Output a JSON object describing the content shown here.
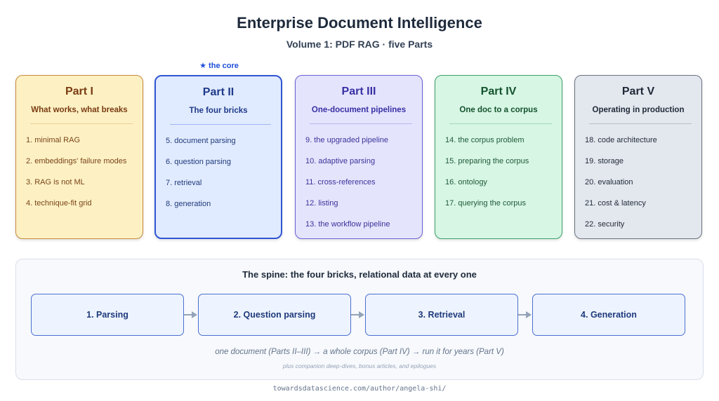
{
  "title": "Enterprise Document Intelligence",
  "subtitle": "Volume 1: PDF RAG · five Parts",
  "core_tag": "★ the core",
  "parts": [
    {
      "name": "Part I",
      "subtitle": "What works, what breaks",
      "items": [
        "1. minimal RAG",
        "2. embeddings' failure modes",
        "3. RAG is not ML",
        "4. technique-fit grid"
      ],
      "colors": {
        "fill": "#fdf1c4",
        "border": "#c8893a",
        "title": "#7a3b12",
        "text": "#7a4418"
      }
    },
    {
      "name": "Part II",
      "subtitle": "The four bricks",
      "items": [
        "5. document parsing",
        "6. question parsing",
        "7. retrieval",
        "8. generation"
      ],
      "colors": {
        "fill": "#e1ebff",
        "border": "#2f56d3",
        "title": "#1e3a8a",
        "text": "#1e3a7b"
      }
    },
    {
      "name": "Part III",
      "subtitle": "One-document pipelines",
      "items": [
        "9. the upgraded pipeline",
        "10. adaptive parsing",
        "11. cross-references",
        "12. listing",
        "13. the workflow pipeline"
      ],
      "colors": {
        "fill": "#e5e4fd",
        "border": "#6a60d6",
        "title": "#3730a3",
        "text": "#3a3399"
      }
    },
    {
      "name": "Part IV",
      "subtitle": "One doc to a corpus",
      "items": [
        "14. the corpus problem",
        "15. preparing the corpus",
        "16. ontology",
        "17. querying the corpus"
      ],
      "colors": {
        "fill": "#d7f6e4",
        "border": "#3aa26a",
        "title": "#14532d",
        "text": "#1f5a38"
      }
    },
    {
      "name": "Part V",
      "subtitle": "Operating in production",
      "items": [
        "18. code architecture",
        "19. storage",
        "20. evaluation",
        "21. cost & latency",
        "22. security"
      ],
      "colors": {
        "fill": "#e3e7ee",
        "border": "#6b7280",
        "title": "#1f2937",
        "text": "#1f2937"
      }
    }
  ],
  "spine": {
    "title": "The spine: the four bricks, relational data at every one",
    "bricks": [
      "1. Parsing",
      "2. Question parsing",
      "3. Retrieval",
      "4. Generation"
    ],
    "note": "one document (Parts II–III) → a whole corpus (Part IV) → run it for years (Part V)",
    "small_note": "plus companion deep-dives, bonus articles, and epilogues"
  },
  "footer": "towardsdatascience.com/author/angela-shi/"
}
